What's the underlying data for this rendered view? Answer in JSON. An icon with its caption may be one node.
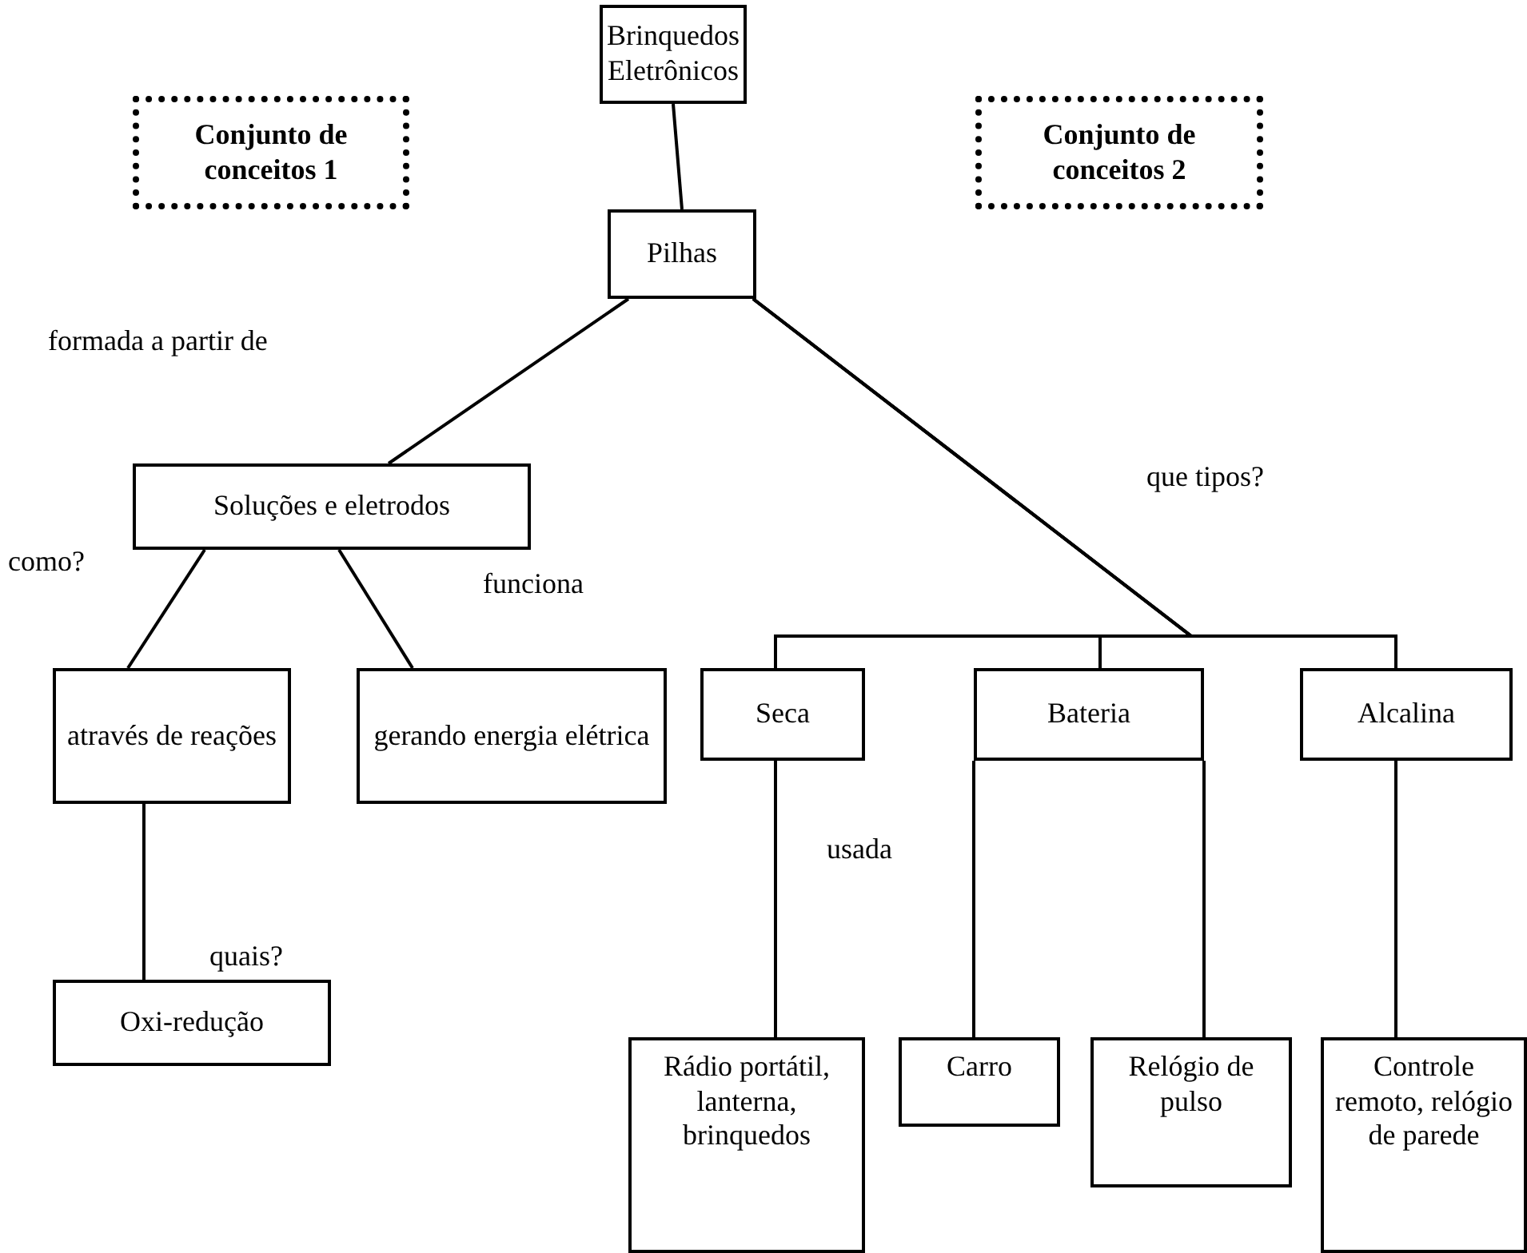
{
  "diagram": {
    "nodes": [
      {
        "text": [
          "Brinquedos Eletrônicos"
        ]
      },
      {
        "text": [
          "Conjunto de conceitos 1"
        ]
      },
      {
        "text": [
          "Conjunto de conceitos 2"
        ]
      },
      {
        "text": [
          "Pilhas"
        ]
      },
      {
        "text": [
          "Soluções e eletrodos"
        ]
      },
      {
        "text": [
          "através de reações"
        ]
      },
      {
        "text": [
          "gerando energia elétrica"
        ]
      },
      {
        "text": [
          "Seca"
        ]
      },
      {
        "text": [
          "Bateria"
        ]
      },
      {
        "text": [
          "Alcalina"
        ]
      },
      {
        "text": [
          "Oxi-redução"
        ]
      },
      {
        "text": [
          "Rádio portátil, lanterna, brinquedos"
        ]
      },
      {
        "text": [
          "Carro"
        ]
      },
      {
        "text": [
          "Relógio de pulso"
        ]
      },
      {
        "text": [
          "Controle remoto, relógio de parede"
        ]
      }
    ],
    "edges": [
      {
        "from": 0,
        "to": 3,
        "arrow": "none"
      },
      {
        "from": 3,
        "to": 4,
        "arrow": "none"
      },
      {
        "from": 3,
        "to": 7,
        "arrow": "none"
      },
      {
        "from": 3,
        "to": 8,
        "arrow": "none"
      },
      {
        "from": 3,
        "to": 9,
        "arrow": "none"
      },
      {
        "from": 4,
        "to": 5,
        "arrow": "none"
      },
      {
        "from": 4,
        "to": 6,
        "arrow": "none"
      },
      {
        "from": 5,
        "to": 10,
        "arrow": "none"
      },
      {
        "from": 7,
        "to": 11,
        "arrow": "none"
      },
      {
        "from": 8,
        "to": 12,
        "arrow": "none"
      },
      {
        "from": 8,
        "to": 13,
        "arrow": "none"
      },
      {
        "from": 9,
        "to": 14,
        "arrow": "none"
      }
    ],
    "labels": [
      "formada a partir de",
      "que tipos?",
      "como?",
      "funciona",
      "quais?",
      "usada"
    ]
  }
}
